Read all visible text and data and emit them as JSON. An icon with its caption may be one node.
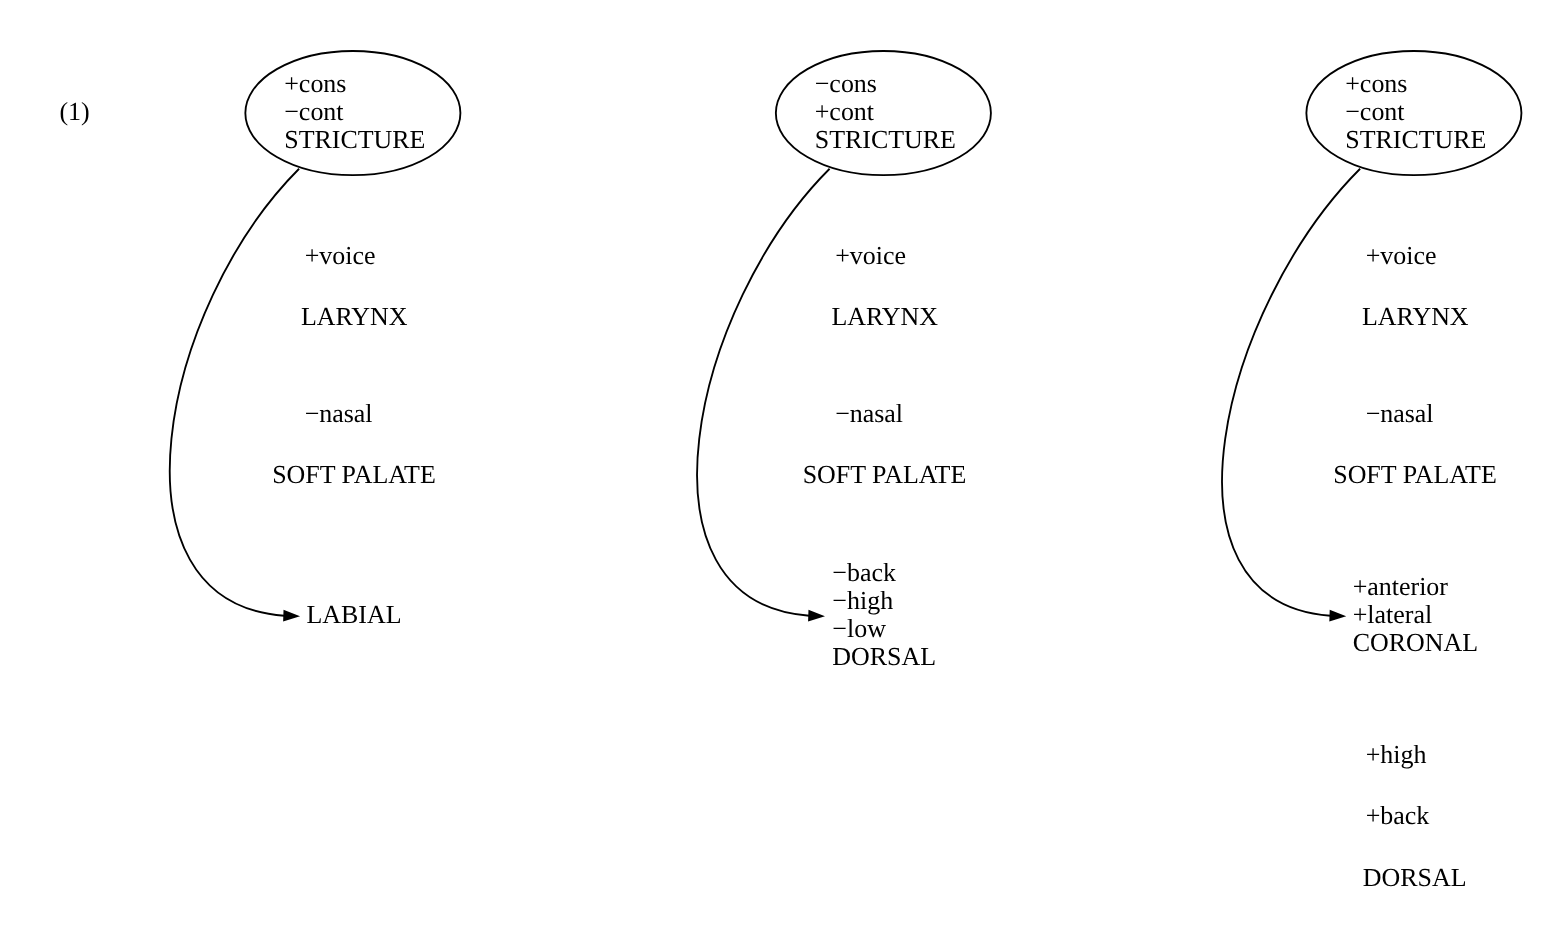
{
  "diagram": {
    "nodes": [
      {
        "text": [
          "+cons",
          "−cont",
          "STRICTURE"
        ]
      },
      {
        "text": [
          "LABIAL"
        ]
      },
      {
        "text": [
          "−cons",
          "+cont",
          "STRICTURE"
        ]
      },
      {
        "text": [
          "−back",
          "−high",
          "−low",
          "DORSAL"
        ]
      },
      {
        "text": [
          "+cons",
          "−cont",
          "STRICTURE"
        ]
      },
      {
        "text": [
          "+anterior",
          "+lateral",
          "CORONAL"
        ]
      }
    ],
    "edges": [
      {
        "from": 0,
        "to": 1,
        "arrow": "to"
      },
      {
        "from": 2,
        "to": 3,
        "arrow": "to"
      },
      {
        "from": 4,
        "to": 5,
        "arrow": "to"
      }
    ],
    "labels": [
      "(1)",
      "+voice",
      "LARYNX",
      "−nasal",
      "SOFT PALATE",
      "+voice",
      "LARYNX",
      "−nasal",
      "SOFT PALATE",
      "+voice",
      "LARYNX",
      "−nasal",
      "SOFT PALATE",
      "+high",
      "+back",
      "DORSAL"
    ]
  }
}
